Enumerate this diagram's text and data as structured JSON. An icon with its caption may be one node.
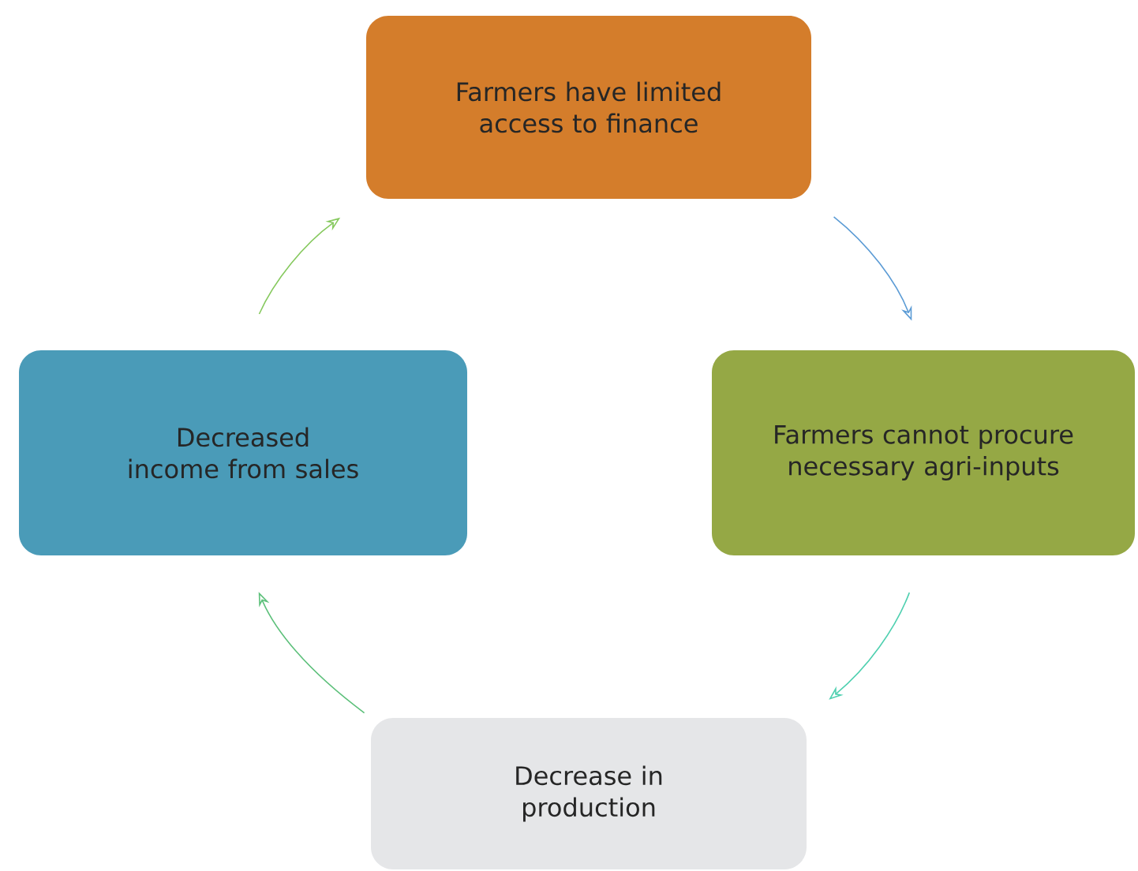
{
  "diagram": {
    "nodes": [
      {
        "text": [
          "Farmers have limited access to finance"
        ]
      },
      {
        "text": [
          "Farmers cannot procure necessary agri-inputs"
        ]
      },
      {
        "text": [
          "Decrease in production"
        ]
      },
      {
        "text": [
          "Decreased income from sales"
        ]
      }
    ],
    "edges": [
      {
        "from": 0,
        "to": 1,
        "arrow": "to",
        "color": "#5b9bd5"
      },
      {
        "from": 1,
        "to": 2,
        "arrow": "to",
        "color": "#4fd0b0"
      },
      {
        "from": 2,
        "to": 3,
        "arrow": "to",
        "color": "#5cc07a"
      },
      {
        "from": 3,
        "to": 0,
        "arrow": "to",
        "color": "#86c95e"
      }
    ]
  }
}
